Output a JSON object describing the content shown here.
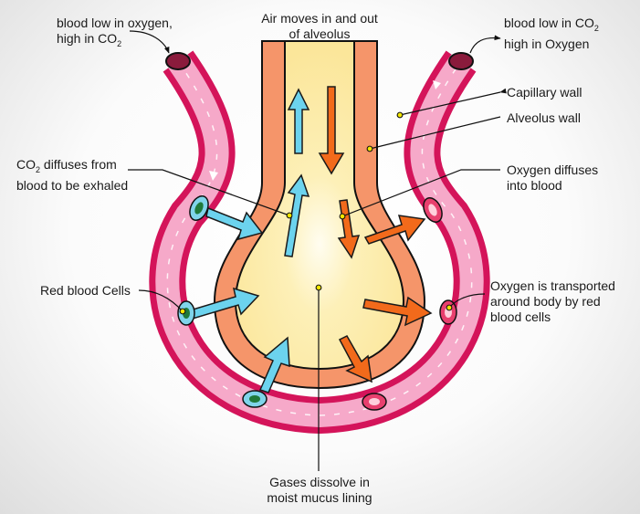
{
  "colors": {
    "capillary": "#d4145a",
    "plasma": "#f6a9c9",
    "alveolus_wall": "#f5956a",
    "air": "#fbe69a",
    "co2_arrow": "#6cd3ee",
    "o2_arrow": "#f26a1b"
  },
  "labels": {
    "blood_in_line1": "blood low in oxygen,",
    "blood_in_line2_prefix": "high in CO",
    "blood_in_line2_sub": "2",
    "air_line1": "Air moves in and out",
    "air_line2": "of alveolus",
    "blood_out_line1_prefix": "blood low in CO",
    "blood_out_line1_sub": "2",
    "blood_out_line2": "high in Oxygen",
    "capillary_wall": "Capillary wall",
    "alveolus_wall": "Alveolus wall",
    "co2_line1_prefix": "CO",
    "co2_line1_sub": "2",
    "co2_line1_rest": " diffuses from",
    "co2_line2": "blood to be exhaled",
    "oxygen_diffuses_line1": "Oxygen diffuses",
    "oxygen_diffuses_line2": "into blood",
    "red_blood_cells": "Red blood Cells",
    "oxygen_transported_line1": "Oxygen is transported",
    "oxygen_transported_line2": "around body by red",
    "oxygen_transported_line3": "blood cells",
    "gases_line1": "Gases dissolve in",
    "gases_line2": "moist mucus lining"
  }
}
